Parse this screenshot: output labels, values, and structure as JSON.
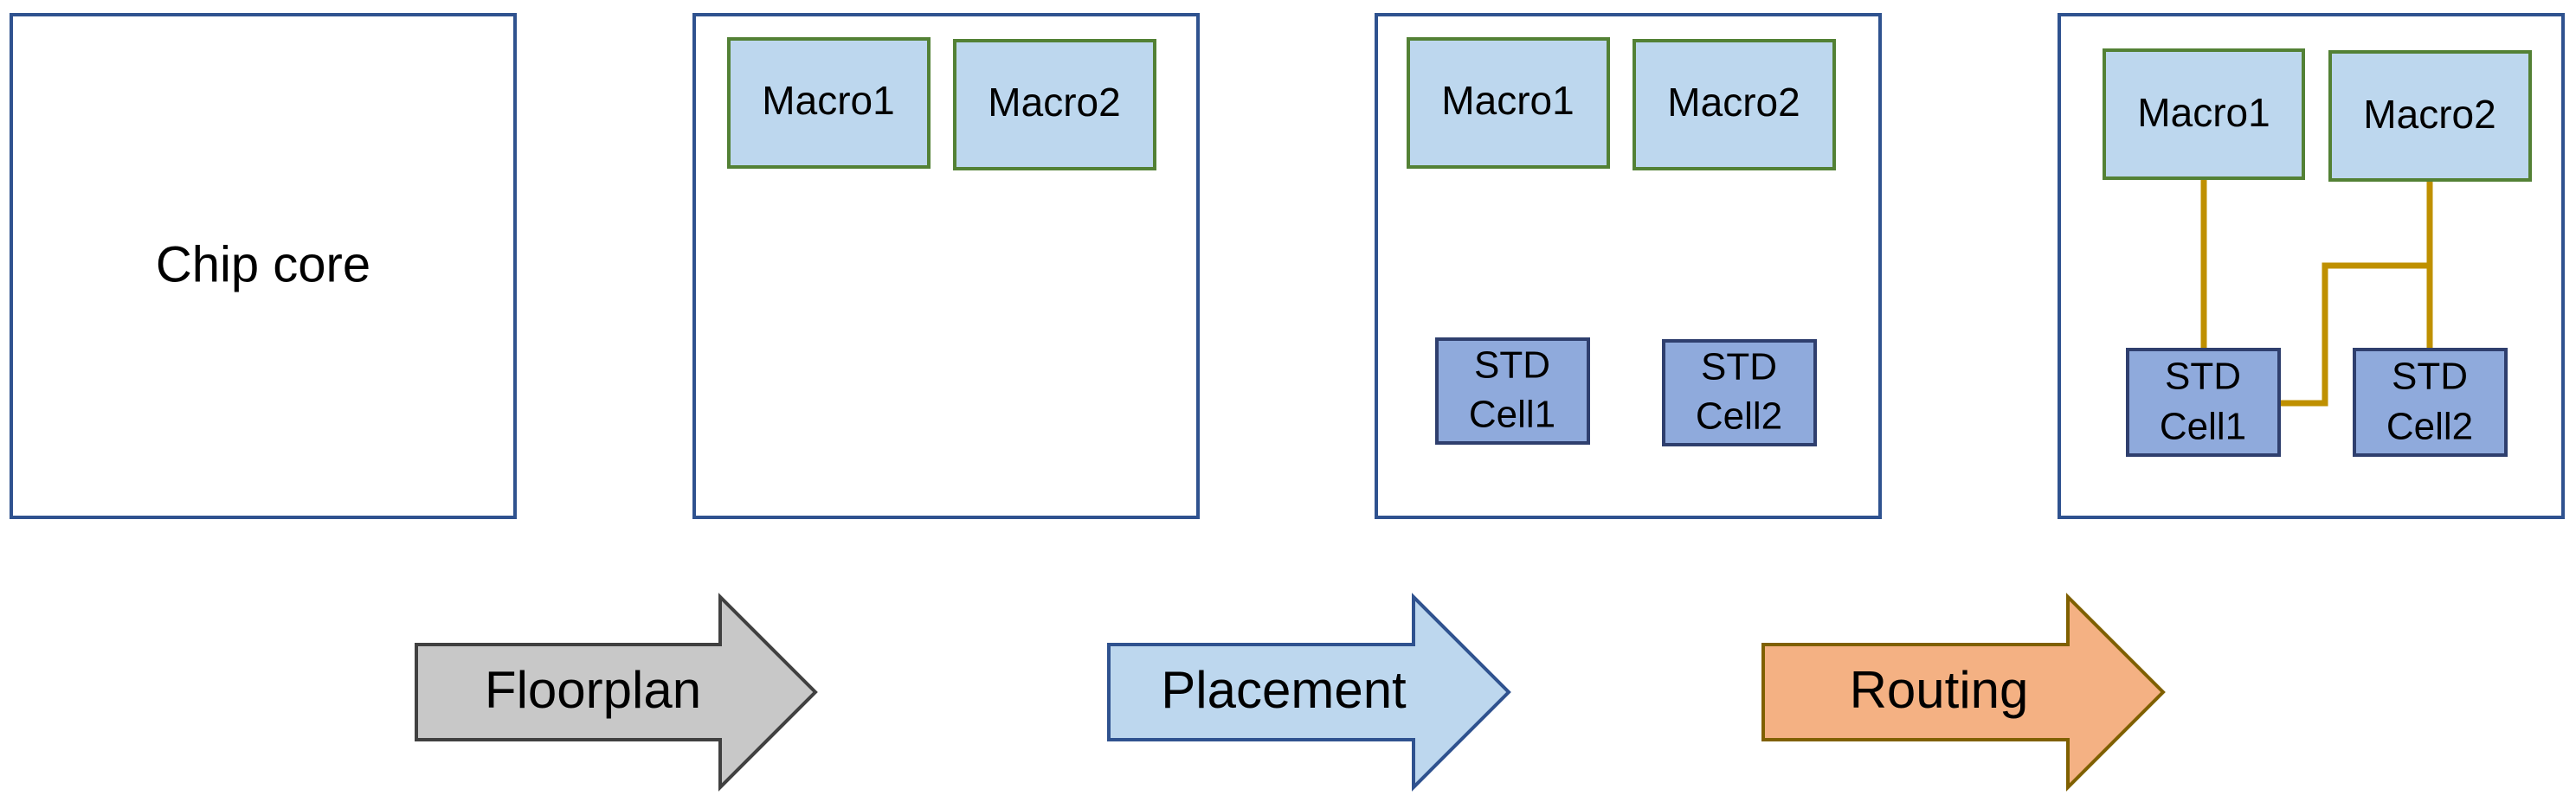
{
  "colors": {
    "panel_border": "#2f528f",
    "macro_fill": "#bdd7ee",
    "macro_border": "#538135",
    "std_fill": "#8faadc",
    "std_border": "#2f3f6e",
    "wire": "#bf9000",
    "floorplan_arrow_fill": "#c8c8c8",
    "floorplan_arrow_border": "#404040",
    "placement_arrow_fill": "#bdd7ee",
    "placement_arrow_border": "#2f528f",
    "routing_arrow_fill": "#f4b183",
    "routing_arrow_border": "#7f6000"
  },
  "stage1": {
    "label": "Chip core"
  },
  "stage2": {
    "macro1": "Macro1",
    "macro2": "Macro2"
  },
  "stage3": {
    "macro1": "Macro1",
    "macro2": "Macro2",
    "cell1_line1": "STD",
    "cell1_line2": "Cell1",
    "cell2_line1": "STD",
    "cell2_line2": "Cell2"
  },
  "stage4": {
    "macro1": "Macro1",
    "macro2": "Macro2",
    "cell1_line1": "STD",
    "cell1_line2": "Cell1",
    "cell2_line1": "STD",
    "cell2_line2": "Cell2"
  },
  "steps": {
    "floorplan": "Floorplan",
    "placement": "Placement",
    "routing": "Routing"
  }
}
